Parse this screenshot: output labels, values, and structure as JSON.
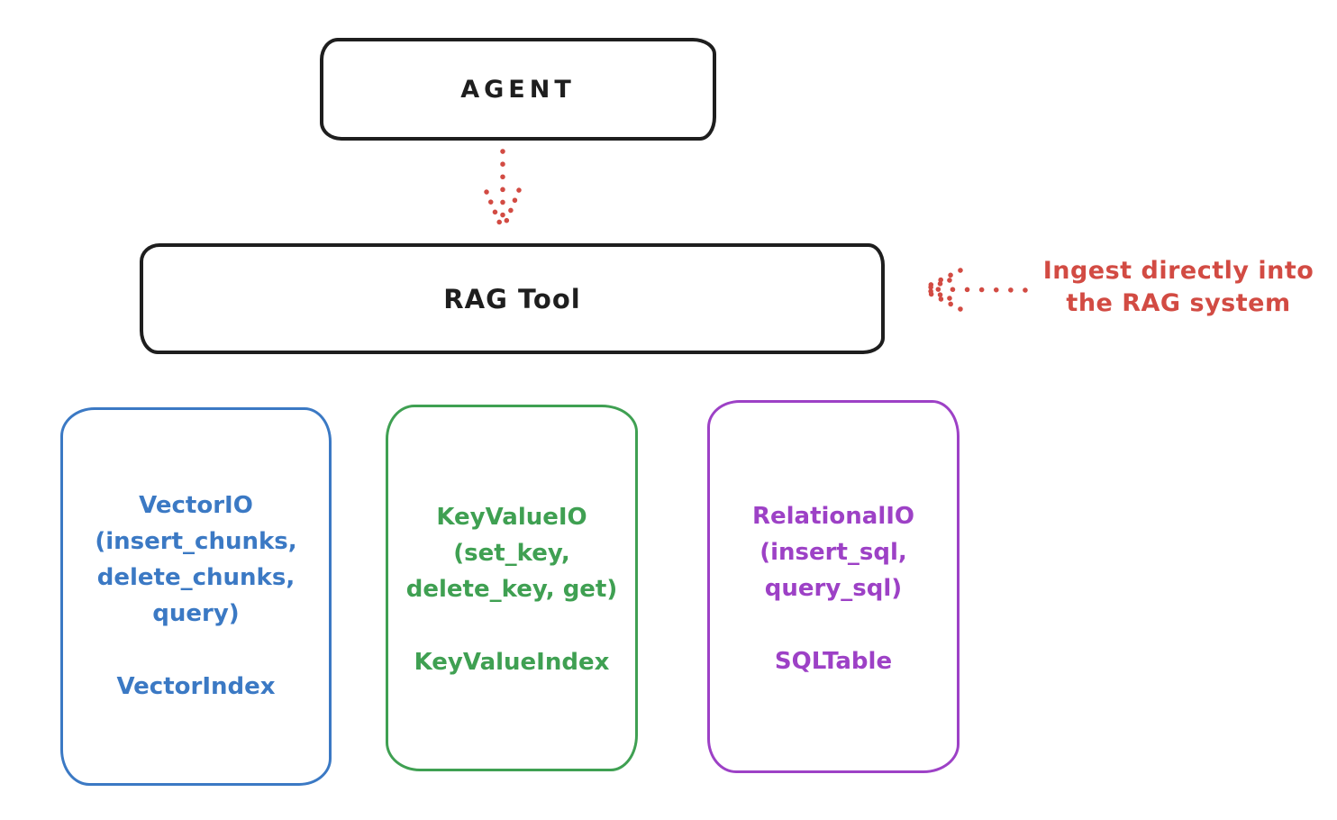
{
  "agent_box": {
    "label": "AGENT"
  },
  "rag_tool_box": {
    "label": "RAG Tool"
  },
  "annotation": {
    "line1": "Ingest directly into",
    "line2": "the RAG system"
  },
  "io_boxes": [
    {
      "name": "VectorIO",
      "lines": [
        "VectorIO",
        "(insert_chunks,",
        "delete_chunks,",
        "query)"
      ],
      "index_label": "VectorIndex",
      "color": "#3b79c4"
    },
    {
      "name": "KeyValueIO",
      "lines": [
        "KeyValueIO",
        "(set_key,",
        "delete_key, get)"
      ],
      "index_label": "KeyValueIndex",
      "color": "#3fa052"
    },
    {
      "name": "RelationalIO",
      "lines": [
        "RelationalIO",
        "(insert_sql,",
        "query_sql)"
      ],
      "index_label": "SQLTable",
      "color": "#9d41c6"
    }
  ],
  "colors": {
    "stroke": "#1e1e1e",
    "arrow_red": "#d24b43",
    "background": "#ffffff"
  }
}
